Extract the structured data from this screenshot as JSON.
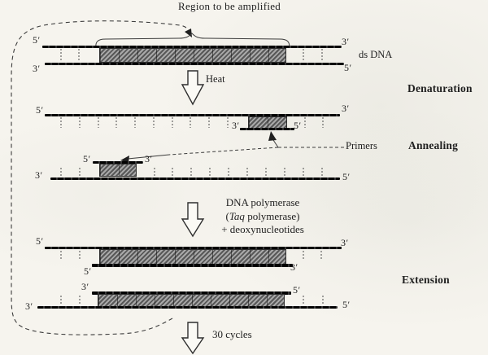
{
  "title": "Region to be amplified",
  "colors": {
    "background": "#f6f4ee",
    "ink": "#1f1f1f",
    "hatch-dark": "#585858",
    "hatch-light": "#a8a8a8"
  },
  "stages": {
    "denaturation": "Denaturation",
    "annealing": "Annealing",
    "extension": "Extension"
  },
  "annotations": {
    "ds_dna": "ds DNA",
    "heat": "Heat",
    "primers": "Primers",
    "cycles": "30 cycles",
    "polymerase_line1": "DNA polymerase",
    "polymerase_line2_pre": "(",
    "polymerase_line2_italic": "Taq",
    "polymerase_line2_post": " polymerase)",
    "polymerase_line3": "+ deoxynucleotides"
  },
  "rows": {
    "ds_dna": {
      "top_left": "5′",
      "top_right": "3′",
      "bottom_left": "3′",
      "bottom_right": "5′"
    },
    "denatured_strand": {
      "left": "5′",
      "right": "3′",
      "primer_left": "3′",
      "primer_right": "5′"
    },
    "annealed_strand": {
      "left": "3′",
      "right": "5′",
      "primer_left": "5′",
      "primer_right": "3′"
    },
    "extension_1": {
      "template_left": "5′",
      "template_right": "3′",
      "new_left": "5′",
      "new_right": "3′"
    },
    "extension_2": {
      "new_left": "3′",
      "new_right": "5′",
      "template_left": "3′",
      "template_right": "5′"
    }
  }
}
